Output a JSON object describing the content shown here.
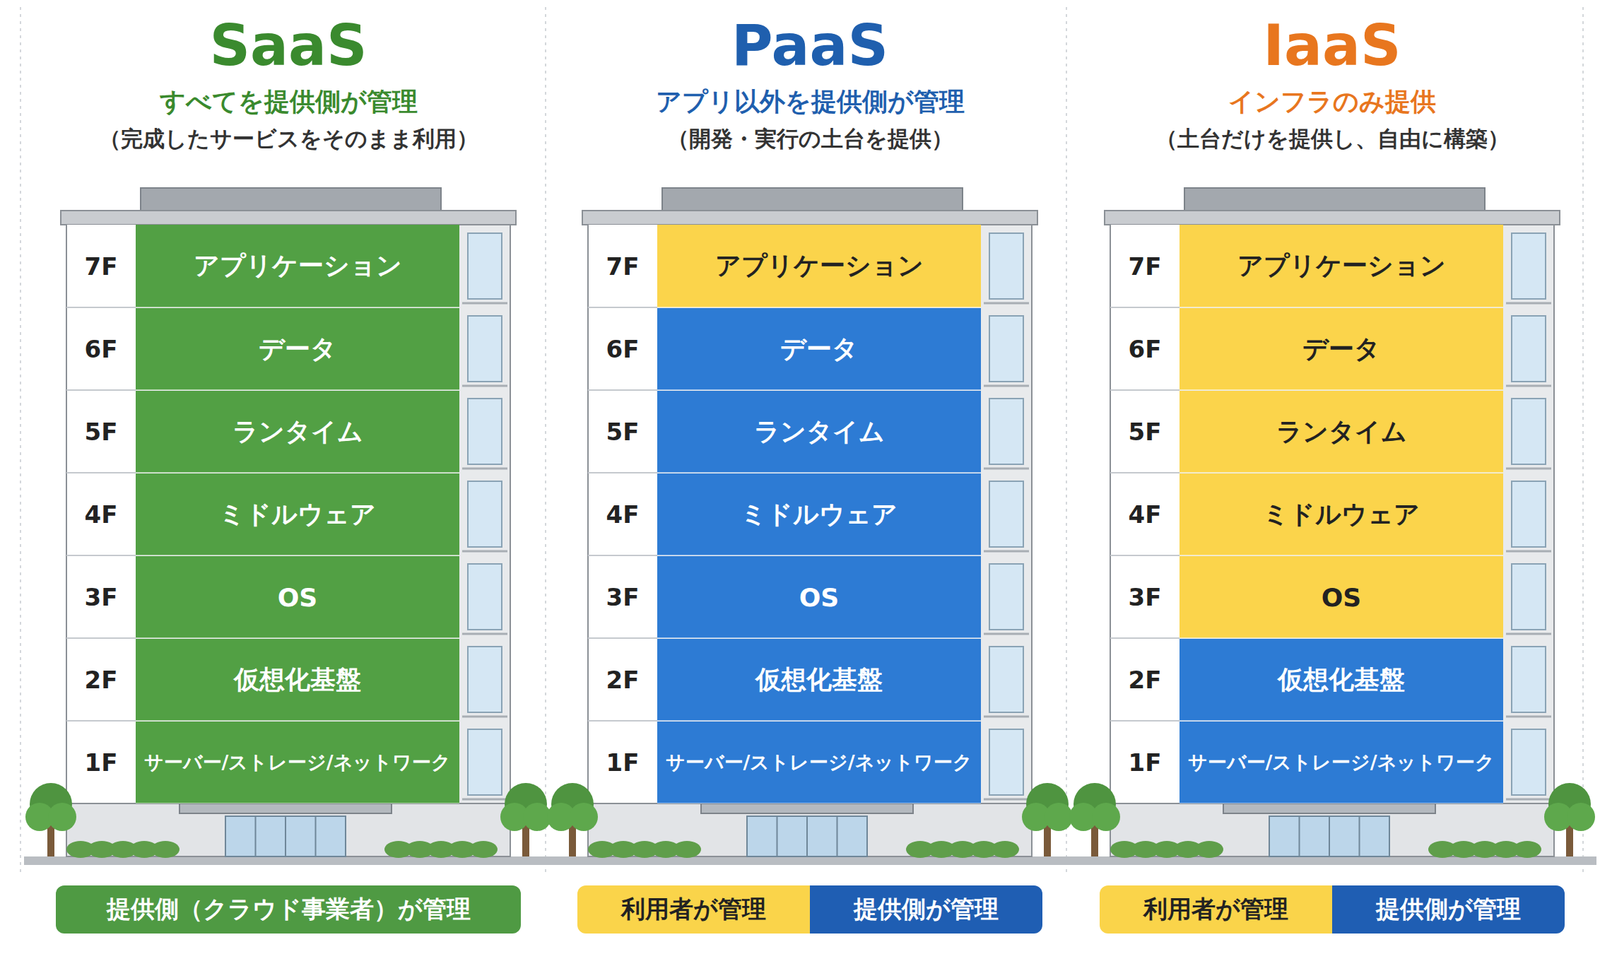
{
  "diagram": {
    "nodes": [
      {
        "text": [
          "SaaS",
          "すべてを提供側が管理",
          "（完成したサービスをそのまま利用）"
        ]
      },
      {
        "text": [
          "アプリケーション"
        ],
        "in": 0
      },
      {
        "text": [
          "データ"
        ],
        "in": 0
      },
      {
        "text": [
          "ランタイム"
        ],
        "in": 0
      },
      {
        "text": [
          "ミドルウェア"
        ],
        "in": 0
      },
      {
        "text": [
          "OS"
        ],
        "in": 0
      },
      {
        "text": [
          "仮想化基盤"
        ],
        "in": 0
      },
      {
        "text": [
          "サーバー/ストレージ/ネットワーク"
        ],
        "in": 0
      },
      {
        "text": [
          "PaaS",
          "アプリ以外を提供側が管理",
          "（開発・実行の土台を提供）"
        ]
      },
      {
        "text": [
          "アプリケーション"
        ],
        "in": 8
      },
      {
        "text": [
          "データ"
        ],
        "in": 8
      },
      {
        "text": [
          "ランタイム"
        ],
        "in": 8
      },
      {
        "text": [
          "ミドルウェア"
        ],
        "in": 8
      },
      {
        "text": [
          "OS"
        ],
        "in": 8
      },
      {
        "text": [
          "仮想化基盤"
        ],
        "in": 8
      },
      {
        "text": [
          "サーバー/ストレージ/ネットワーク"
        ],
        "in": 8
      },
      {
        "text": [
          "IaaS",
          "インフラのみ提供",
          "（土台だけを提供し、自由に構築）"
        ]
      },
      {
        "text": [
          "アプリケーション"
        ],
        "in": 16
      },
      {
        "text": [
          "データ"
        ],
        "in": 16
      },
      {
        "text": [
          "ランタイム"
        ],
        "in": 16
      },
      {
        "text": [
          "ミドルウェア"
        ],
        "in": 16
      },
      {
        "text": [
          "OS"
        ],
        "in": 16
      },
      {
        "text": [
          "仮想化基盤"
        ],
        "in": 16
      },
      {
        "text": [
          "サーバー/ストレージ/ネットワーク"
        ],
        "in": 16
      }
    ],
    "labels": [
      "7F",
      "6F",
      "5F",
      "4F",
      "3F",
      "2F",
      "1F",
      "7F",
      "6F",
      "5F",
      "4F",
      "3F",
      "2F",
      "1F",
      "7F",
      "6F",
      "5F",
      "4F",
      "3F",
      "2F",
      "1F"
    ],
    "legend": [
      {
        "text": "提供側（クラウド事業者）が管理",
        "color": "#4f9a43"
      },
      {
        "text": "利用者が管理",
        "color": "#fad44a"
      },
      {
        "text": "提供側が管理",
        "color": "#1f5eb3"
      },
      {
        "text": "利用者が管理",
        "color": "#fad44a"
      },
      {
        "text": "提供側が管理",
        "color": "#1f5eb3"
      }
    ]
  }
}
